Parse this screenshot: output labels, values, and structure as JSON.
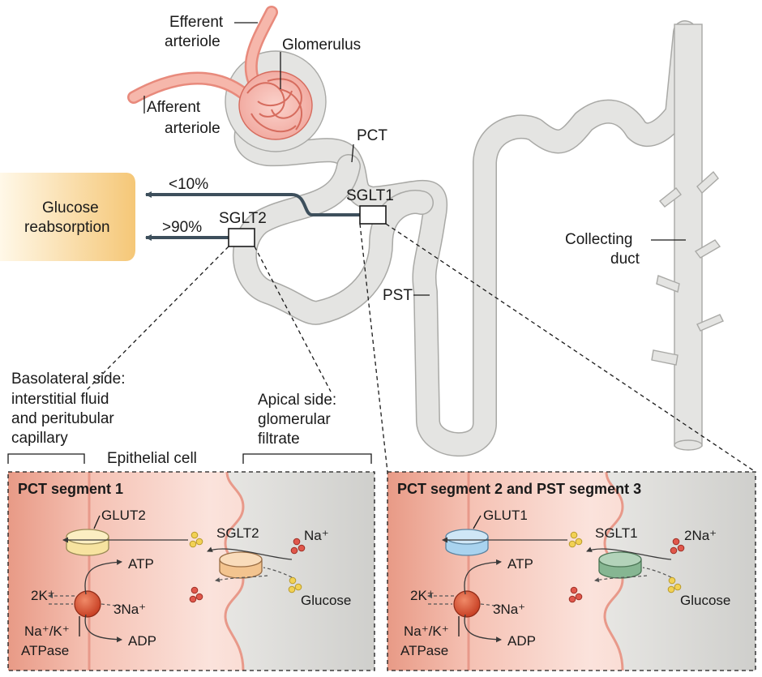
{
  "labels": {
    "efferent": [
      "Efferent",
      "arteriole"
    ],
    "glomerulus": "Glomerulus",
    "afferent": [
      "Afferent",
      "arteriole"
    ],
    "pct": "PCT",
    "pst": "PST",
    "collecting": [
      "Collecting",
      "duct"
    ],
    "sglt1_top": "SGLT1",
    "sglt2_top": "SGLT2",
    "pct_lt10": "<10%",
    "pct_gt90": ">90%",
    "glucose_reabsorption": [
      "Glucose",
      "reabsorption"
    ],
    "basolateral": [
      "Basolateral side:",
      "interstitial fluid",
      "and peritubular",
      "capillary"
    ],
    "epithelial": "Epithelial cell",
    "apical": [
      "Apical side:",
      "glomerular",
      "filtrate"
    ]
  },
  "panel_left": {
    "title": "PCT segment 1",
    "glut": "GLUT2",
    "sglt": "SGLT2",
    "na": "Na⁺",
    "glucose": "Glucose",
    "atp": "ATP",
    "adp": "ADP",
    "k": "2K⁺",
    "na3": "3Na⁺",
    "atpase": [
      "Na⁺/K⁺",
      "ATPase"
    ]
  },
  "panel_right": {
    "title": "PCT segment 2 and PST segment 3",
    "glut": "GLUT1",
    "sglt": "SGLT1",
    "na": "2Na⁺",
    "glucose": "Glucose",
    "atp": "ATP",
    "adp": "ADP",
    "k": "2K⁺",
    "na3": "3Na⁺",
    "atpase": [
      "Na⁺/K⁺",
      "ATPase"
    ]
  },
  "colors": {
    "tube": "#e4e4e2",
    "glut2": "#f7e3a0",
    "glut1": "#a9d3ef",
    "sglt2": "#f3c48f",
    "sglt1": "#86b692",
    "pump": "#d84b2c",
    "na_dot": "#e0574b",
    "glucose_dot": "#f2d154",
    "arrow": "#3d4f5c"
  }
}
